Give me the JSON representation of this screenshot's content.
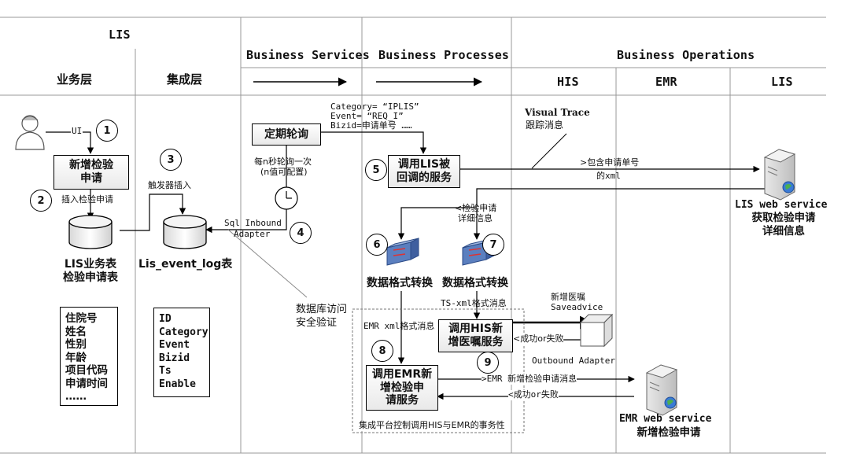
{
  "columns": {
    "lis": "LIS",
    "business_layer": "业务层",
    "integration_layer": "集成层",
    "business_services": "Business Services",
    "business_processes": "Business Processes",
    "business_operations": "Business Operations",
    "his": "HIS",
    "emr": "EMR",
    "lis_op": "LIS"
  },
  "steps": [
    "1",
    "2",
    "3",
    "4",
    "5",
    "6",
    "7",
    "8",
    "9"
  ],
  "labels": {
    "ui": "UI",
    "insert_request": "插入检验申请",
    "trigger_insert": "触发器插入",
    "poll_interval_1": "每n秒轮询一次",
    "poll_interval_2": "(n值可配置)",
    "sql_inbound_1": "Sql Inbound",
    "sql_inbound_2": "Adapter",
    "category": "Category= “IPLIS”",
    "event": "Event= “REQ_I”",
    "bizid": "Bizid=申请单号  ……",
    "visual_trace_1": "Visual Trace",
    "visual_trace_2": "跟踪消息",
    "contains_request_1": ">包含申请单号",
    "contains_request_2": "的xml",
    "request_detail_1": "<检验申请",
    "request_detail_2": "详细信息",
    "ts_xml": "TS-xml格式消息",
    "new_order_1": "新增医嘱",
    "new_order_2": "Saveadvice",
    "success_fail_his": "<成功or失败",
    "outbound_adapter": "Outbound Adapter",
    "emr_xml": "EMR xml格式消息",
    "emr_new_request_msg": ">EMR 新增检验申请消息",
    "success_fail_emr": "<成功or失败",
    "db_access_1": "数据库访问",
    "db_access_2": "安全验证",
    "transaction": "集成平台控制调用HIS与EMR的事务性"
  },
  "nodes": {
    "new_request_1": "新增检验",
    "new_request_2": "申请",
    "lis_db_1": "LIS业务表",
    "lis_db_2": "检验申请表",
    "event_log_db": "Lis_event_log表",
    "polling": "定期轮询",
    "call_lis_1": "调用LIS被",
    "call_lis_2": "回调的服务",
    "lis_ws_1": "LIS web service",
    "lis_ws_2": "获取检验申请",
    "lis_ws_3": "详细信息",
    "format_convert_a": "数据格式转换",
    "format_convert_b": "数据格式转换",
    "call_his_1": "调用HIS新",
    "call_his_2": "增医嘱服务",
    "call_emr_1": "调用EMR新",
    "call_emr_2": "增检验申",
    "call_emr_3": "请服务",
    "emr_ws_1": "EMR web service",
    "emr_ws_2": "新增检验申请"
  },
  "lists": {
    "patient_fields": "住院号\n姓名\n性别\n年龄\n项目代码\n申请时间\n……",
    "event_fields": "ID\nCategory\nEvent\nBizid\nTs\nEnable"
  }
}
